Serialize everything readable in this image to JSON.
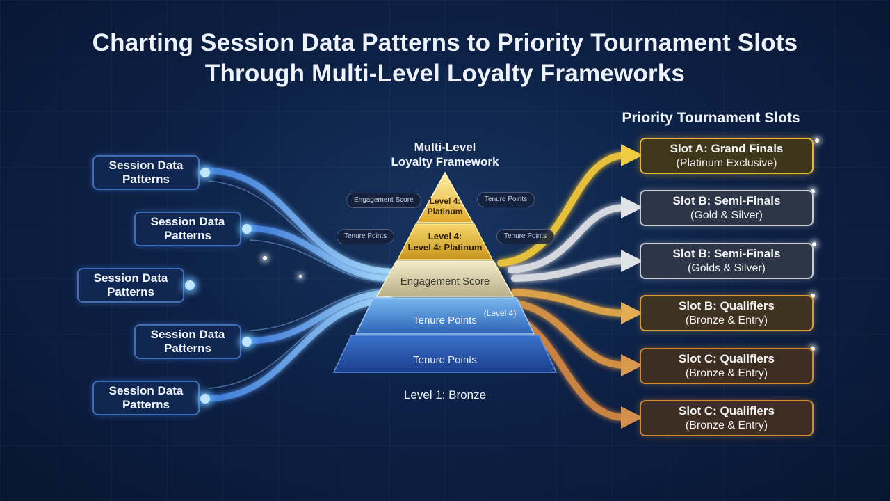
{
  "title": {
    "line1": "Charting Session Data Patterns to Priority Tournament Slots",
    "line2": "Through Multi-Level Loyalty Frameworks"
  },
  "sources": [
    {
      "line1": "Session Data",
      "line2": "Patterns"
    },
    {
      "line1": "Session Data",
      "line2": "Patterns"
    },
    {
      "line1": "Session Data",
      "line2": "Patterns"
    },
    {
      "line1": "Session Data",
      "line2": "Patterns"
    },
    {
      "line1": "Session Data",
      "line2": "Patterns"
    }
  ],
  "framework": {
    "title_line1": "Multi-Level",
    "title_line2": "Loyalty Framework",
    "tiers": {
      "top_line1": "Level 4:",
      "top_line2": "Platinum",
      "second_line1": "Level 4:",
      "second_line2": "Level 4: Platinum",
      "third": "Engagement Score",
      "fourth": "Tenure Points",
      "fourth_note": "(Level 4)",
      "base": "Tenure Points"
    },
    "base_label": "Level 1: Bronze",
    "pills": {
      "top_left": "Engagement Score",
      "top_right": "Tenure Points",
      "mid_left": "Tenure Points",
      "mid_right": "Tenure Points"
    }
  },
  "slots_title": "Priority Tournament Slots",
  "slots": [
    {
      "name": "Slot A: Grand Finals",
      "sub": "(Platinum Exclusive)",
      "color": "#e8b830"
    },
    {
      "name": "Slot B: Semi-Finals",
      "sub": "(Gold & Silver)",
      "color": "#c9ccd3"
    },
    {
      "name": "Slot B: Semi-Finals",
      "sub": "(Golds & Silver)",
      "color": "#c9ccd3"
    },
    {
      "name": "Slot B: Qualifiers",
      "sub": "(Bronze & Entry)",
      "color": "#d99a3a"
    },
    {
      "name": "Slot C: Qualifiers",
      "sub": "(Bronze & Entry)",
      "color": "#cf8a3a"
    },
    {
      "name": "Slot C: Qualifiers",
      "sub": "(Bronze & Entry)",
      "color": "#cf8a3a"
    }
  ]
}
